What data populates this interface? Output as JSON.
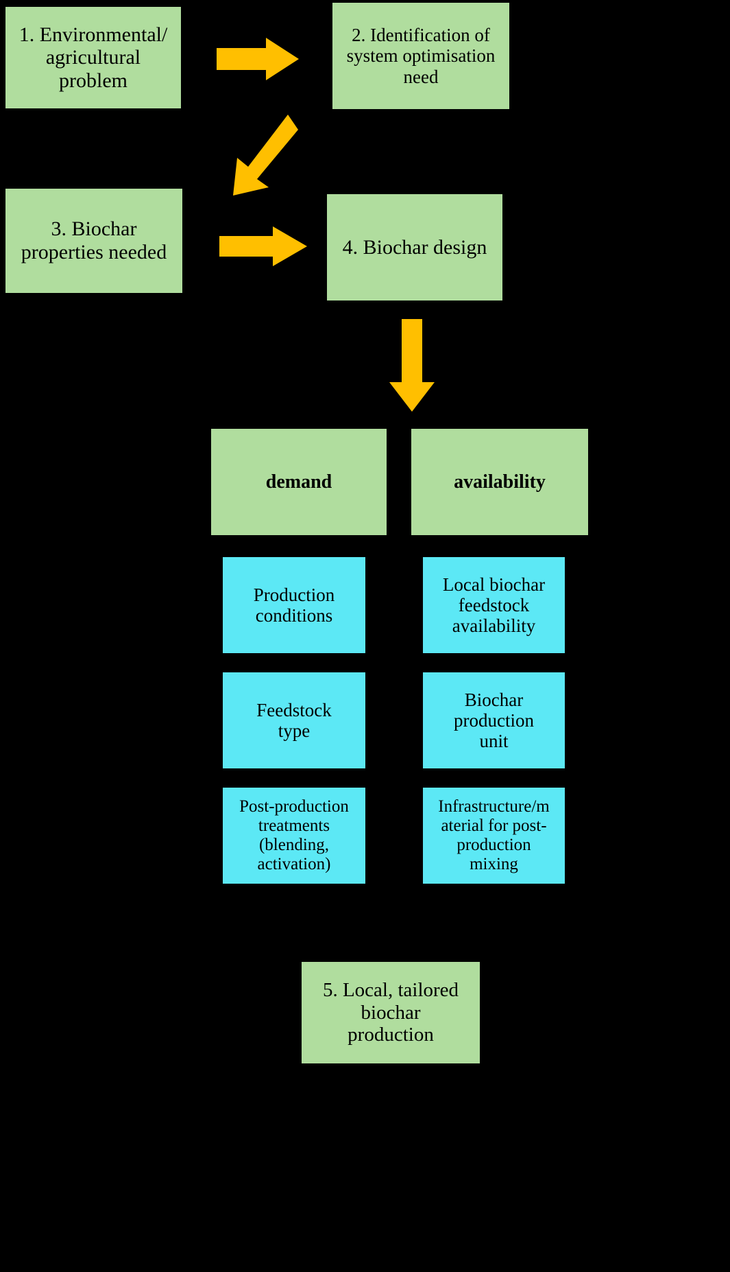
{
  "diagram": {
    "title": "Biochar design and local tailored production flowchart",
    "background_color": "#000000",
    "palette": {
      "green": "#b0dd9e",
      "cyan": "#5ce8f5",
      "arrow_orange": "#ffbf00",
      "text": "#000000"
    },
    "steps": [
      {
        "id": 1,
        "label": "1. Environmental/\nagricultural\nproblem",
        "color": "#b0dd9e"
      },
      {
        "id": 2,
        "label": "2. Identification of\nsystem optimisation\nneed",
        "color": "#b0dd9e"
      },
      {
        "id": 3,
        "label": "3. Biochar\nproperties needed",
        "color": "#b0dd9e"
      },
      {
        "id": 4,
        "label": "4. Biochar design",
        "color": "#b0dd9e"
      },
      {
        "id": 5,
        "label": "5. Local, tailored\nbiochar\nproduction",
        "color": "#b0dd9e"
      }
    ],
    "columns": [
      {
        "header": "demand",
        "header_color": "#b0dd9e",
        "items": [
          {
            "label": "Production\nconditions",
            "color": "#5ce8f5"
          },
          {
            "label": "Feedstock\ntype",
            "color": "#5ce8f5"
          },
          {
            "label": "Post-production\ntreatments\n(blending,\nactivation)",
            "color": "#5ce8f5"
          }
        ]
      },
      {
        "header": "availability",
        "header_color": "#b0dd9e",
        "items": [
          {
            "label": "Local biochar\nfeedstock\navailability",
            "color": "#5ce8f5"
          },
          {
            "label": "Biochar\nproduction\nunit",
            "color": "#5ce8f5"
          },
          {
            "label": "Infrastructure/m\naterial for post-\nproduction\nmixing",
            "color": "#5ce8f5"
          }
        ]
      }
    ],
    "arrows": [
      {
        "name": "arrow-step1-to-step2",
        "direction": "right",
        "color": "#ffbf00"
      },
      {
        "name": "arrow-step2-to-step3",
        "direction": "diagonal-down-left",
        "color": "#ffbf00"
      },
      {
        "name": "arrow-step3-to-step4",
        "direction": "right",
        "color": "#ffbf00"
      },
      {
        "name": "arrow-step4-to-columns",
        "direction": "down",
        "color": "#ffbf00"
      }
    ]
  }
}
